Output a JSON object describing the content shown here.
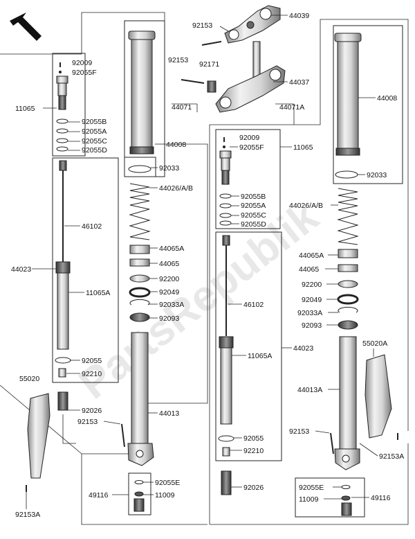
{
  "watermark": "PartsRepublik",
  "colors": {
    "ink": "#111111",
    "metal": "#cfcfcf",
    "dark": "#555555",
    "watermark": "#d6d6d6"
  },
  "icons": {
    "orientation": "front-direction-arrow-icon"
  },
  "labels": {
    "n92153_top": "92153",
    "n44039": "44039",
    "n92153_clamp": "92153",
    "n92171": "92171",
    "n44037": "44037",
    "n44071_left": "44071",
    "n44071_right": "44071A",
    "l_92009": "92009",
    "l_92055F": "92055F",
    "l_11065": "11065",
    "l_92055B": "92055B",
    "l_92055A": "92055A",
    "l_92055C": "92055C",
    "l_92055D": "92055D",
    "l_46102": "46102",
    "l_44023": "44023",
    "l_11065A": "11065A",
    "l_92055": "92055",
    "l_92210": "92210",
    "l_92026": "92026",
    "l_55020": "55020",
    "l_92153": "92153",
    "l_92153A": "92153A",
    "c_44008": "44008",
    "c_92033": "92033",
    "c_44026": "44026/A/B",
    "c_44065A": "44065A",
    "c_44065": "44065",
    "c_92200": "92200",
    "c_92049": "92049",
    "c_92033A": "92033A",
    "c_92093": "92093",
    "c_44013": "44013",
    "c_92055E": "92055E",
    "c_49116": "49116",
    "c_11009": "11009",
    "r_92009": "92009",
    "r_92055F": "92055F",
    "r_11065": "11065",
    "r_92055B": "92055B",
    "r_92055A": "92055A",
    "r_92055C": "92055C",
    "r_92055D": "92055D",
    "r_46102": "46102",
    "r_44023": "44023",
    "r_11065A": "11065A",
    "r_92055": "92055",
    "r_92210": "92210",
    "r_92026": "92026",
    "r_92153": "92153",
    "rr_44008": "44008",
    "rr_92033": "92033",
    "rr_44026": "44026/A/B",
    "rr_44065A": "44065A",
    "rr_44065": "44065",
    "rr_92200": "92200",
    "rr_92049": "92049",
    "rr_92033A": "92033A",
    "rr_92093": "92093",
    "rr_55020A": "55020A",
    "rr_44013A": "44013A",
    "rr_92153A": "92153A",
    "rr_92055E": "92055E",
    "rr_49116": "49116",
    "rr_11009": "11009"
  }
}
